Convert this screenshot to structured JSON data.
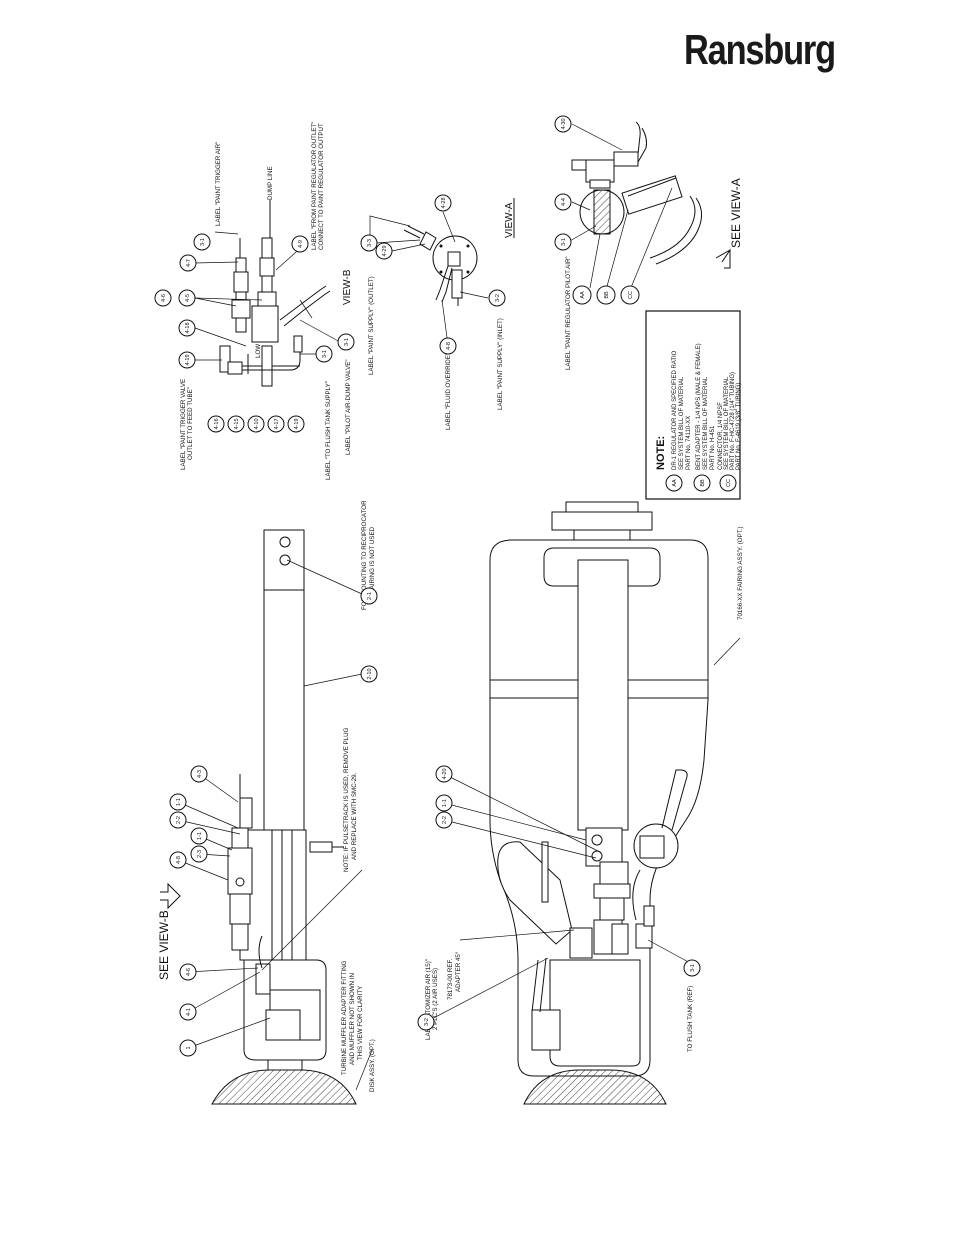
{
  "brand": "Ransburg",
  "views": {
    "view_a": "VIEW-A",
    "view_b": "VIEW-B",
    "see_view_a": "SEE VIEW-A",
    "see_view_b": "SEE VIEW-B"
  },
  "view_b_labels": [
    "LABEL \"PAINT TRIGGER AIR\"",
    "DUMP LINE",
    "LABEL \"FROM PAINT REGULATOR OUTLET\"",
    "CONNECT TO PAINT REGULATOR OUTPUT",
    "LABEL \"PAINT TRIGGER VALVE",
    "OUTLET TO FEED TUBE\"",
    "LABEL \"TO FLUSH TANK SUPPLY\"",
    "LABEL \"PILOT AIR-DUMP VALVE\"",
    "LOW"
  ],
  "view_b_balloons": [
    "3-1",
    "4-7",
    "4-6",
    "4-5",
    "4-18",
    "4-19",
    "4-16",
    "4-15",
    "4-10",
    "4-17",
    "4-19",
    "3-1",
    "3-1",
    "4-9"
  ],
  "view_a_labels": [
    "LABEL \"PAINT SUPPLY\" (OUTLET)",
    "LABEL \"FLUID OVERRIDE\"",
    "LABEL \"PAINT SUPPLY\" (INLET)",
    "LABEL \"PAINT REGULATOR PILOT AIR\""
  ],
  "view_a_balloons": [
    "4-28",
    "3-3",
    "4-29",
    "3-2",
    "4-8",
    "4-30",
    "4-4",
    "3-1"
  ],
  "ref_balloons": [
    "AA",
    "BB",
    "CC"
  ],
  "upper_assembly": {
    "note_pulse": [
      "NOTE: IF PULSETRACK IS USED, REMOVE PLUG",
      "AND REPLACE WITH SMC-29."
    ],
    "note_mount": [
      "FOR MOUNTING TO RECIPROCATOR",
      "IF FAIRING IS NOT USED"
    ],
    "turbine_note": [
      "TURBINE MUFFLER ADAPTER FITTING",
      "AND MUFFLER NOT SHOWN IN",
      "THIS VIEW FOR CLARITY"
    ],
    "disk_label": "DISK ASSY. (OPT.)",
    "balloons": [
      "4-3",
      "1-1",
      "2-2",
      "1-1",
      "2-3",
      "4-8",
      "4-6",
      "4-1",
      "1",
      "2-1",
      "2-10"
    ]
  },
  "lower_assembly": {
    "atomizer_label": [
      "LABEL \"ATOMIZER AIR (15)\"",
      "2 PLC'S (2 AIR USES)"
    ],
    "adapter_label": [
      "78173-00 REF.",
      "ADAPTER 45°"
    ],
    "flush_label": "TO FLUSH TANK (REF)",
    "fairing_label": "70166-XX FAIRING ASS'Y. (OPT.)",
    "balloons": [
      "3-2",
      "4-20",
      "1-1",
      "2-2",
      "3-1"
    ]
  },
  "note_box": {
    "title": "NOTE:",
    "items": [
      {
        "ref": "AA",
        "lines": [
          "DR-1 REGULATOR AND SPECIFIED RATIO",
          "SEE SYSTEM BILL OF MATERIAL",
          "PART No. 74110-XX"
        ]
      },
      {
        "ref": "BB",
        "lines": [
          "BENT ADAPTER - 1/4 NPS (MALE & FEMALE)",
          "SEE SYSTEM BILL OF MATERIAL",
          "PART No. H-451"
        ]
      },
      {
        "ref": "CC",
        "lines": [
          "CONNECTOR, 1/4 NPSF",
          "SEE SYSTEM BILL OF MATERIAL",
          "PART No. F-HC-4728 (1/4\" TUBING)",
          "PART No. F-4619 (3/8\" TUBING)"
        ]
      }
    ]
  }
}
